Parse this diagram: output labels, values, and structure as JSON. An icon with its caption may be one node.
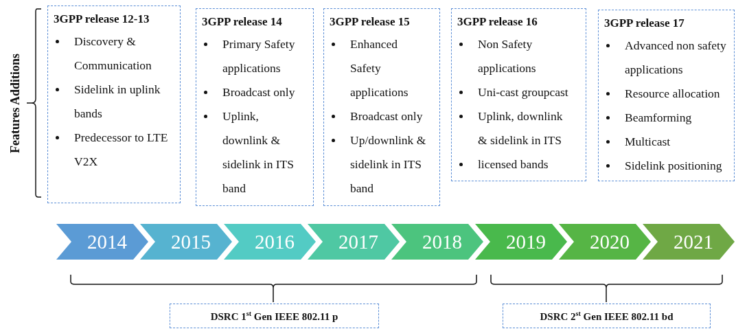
{
  "diagram": {
    "nodes": [
      {
        "text": [
          "3GPP release 12-13",
          "Discovery & Communication",
          "Sidelink in uplink bands",
          "Predecessor to LTE V2X"
        ]
      },
      {
        "text": [
          "3GPP release 14",
          "Primary Safety applications",
          "Broadcast only",
          "Uplink, downlink & sidelink in ITS band"
        ]
      },
      {
        "text": [
          "3GPP release 15",
          "Enhanced Safety applications",
          "Broadcast only",
          "Up/downlink & sidelink in ITS band"
        ]
      },
      {
        "text": [
          "3GPP release 16",
          "Non Safety applications",
          "Uni-cast groupcast",
          "Uplink, downlink & sidelink in ITS",
          "licensed bands"
        ]
      },
      {
        "text": [
          "3GPP release 17",
          "Advanced non safety applications",
          "Resource allocation",
          "Beamforming",
          "Multicast",
          "Sidelink positioning"
        ]
      },
      {
        "text": [
          "2014"
        ]
      },
      {
        "text": [
          "2015"
        ]
      },
      {
        "text": [
          "2016"
        ]
      },
      {
        "text": [
          "2017"
        ]
      },
      {
        "text": [
          "2018"
        ]
      },
      {
        "text": [
          "2019"
        ]
      },
      {
        "text": [
          "2020"
        ]
      },
      {
        "text": [
          "2021"
        ]
      },
      {
        "text": [
          "DSRC 1$^{st}$ Gen IEEE 802.11 p"
        ]
      },
      {
        "text": [
          "DSRC 2$^{st}$ Gen IEEE 802.11 bd"
        ]
      }
    ],
    "labels": [
      "Features Additions"
    ]
  }
}
